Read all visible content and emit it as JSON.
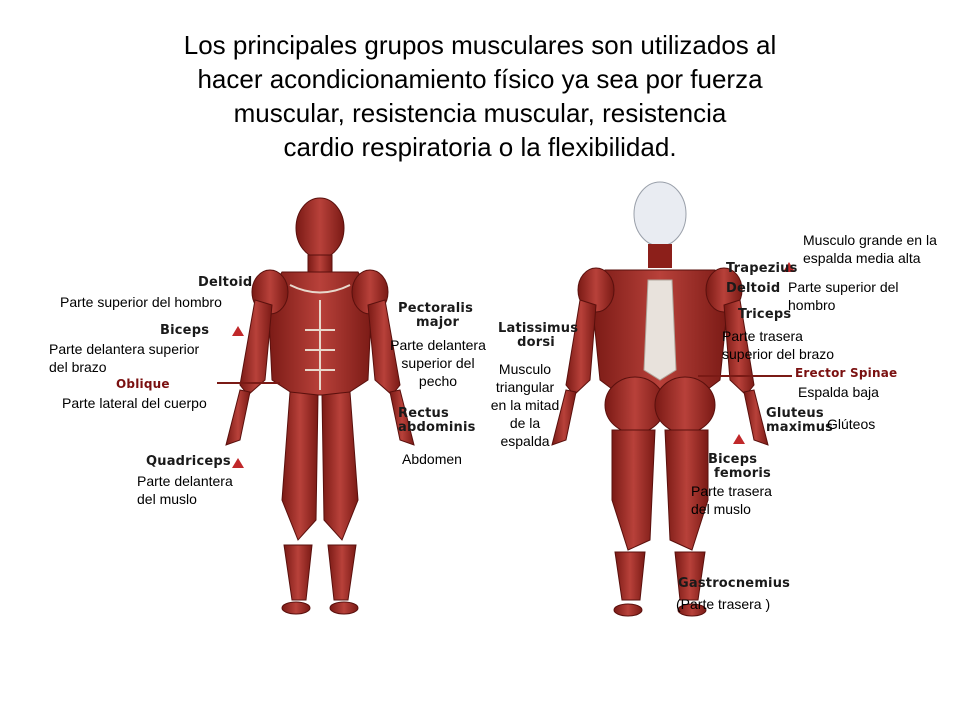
{
  "title": {
    "line1": "Los principales grupos musculares son utilizados al",
    "line2": "hacer acondicionamiento  físico ya sea por fuerza",
    "line3": "muscular, resistencia muscular, resistencia",
    "line4": "cardio respiratoria o la flexibilidad."
  },
  "front": {
    "deltoid": "Deltoid",
    "biceps": "Biceps",
    "oblique": "Oblique",
    "quadriceps": "Quadriceps",
    "pectoralis1": "Pectoralis",
    "pectoralis2": "major",
    "rectus1": "Rectus",
    "rectus2": "abdominis",
    "desc_deltoid": "Parte superior del hombro",
    "desc_biceps1": "Parte delantera superior",
    "desc_biceps2": "del brazo",
    "desc_oblique": "Parte lateral del cuerpo",
    "desc_quad1": "Parte delantera",
    "desc_quad2": "del muslo",
    "desc_pect1": "Parte delantera",
    "desc_pect2": "superior del",
    "desc_pect3": "pecho",
    "desc_abs": "Abdomen"
  },
  "back": {
    "trapezius": "Trapezius",
    "deltoid": "Deltoid",
    "triceps": "Triceps",
    "latissimus1": "Latissimus",
    "latissimus2": "dorsi",
    "erector": "Erector Spinae",
    "gluteus1": "Gluteus",
    "gluteus2": "maximus",
    "biceps1": "Biceps",
    "biceps2": "femoris",
    "gastrocnemius": "Gastrocnemius",
    "desc_trap1": "Musculo grande en la",
    "desc_trap2": "espalda media alta",
    "desc_delt1": "Parte superior del",
    "desc_delt2": "hombro",
    "desc_tri1": "Parte trasera",
    "desc_tri2": "superior del brazo",
    "desc_lat1": "Musculo",
    "desc_lat2": "triangular",
    "desc_lat3": "en la mitad",
    "desc_lat4": "de la",
    "desc_lat5": "espalda",
    "desc_erector": "Espalda baja",
    "desc_glut": "Glúteos",
    "desc_bf1": "Parte trasera",
    "desc_bf2": "del muslo",
    "desc_gastro": "(Parte trasera )"
  },
  "colors": {
    "muscle": "#a8322a",
    "muscle_dark": "#6e1512",
    "tendon": "#e8d8cc",
    "marker": "#c0282a"
  }
}
